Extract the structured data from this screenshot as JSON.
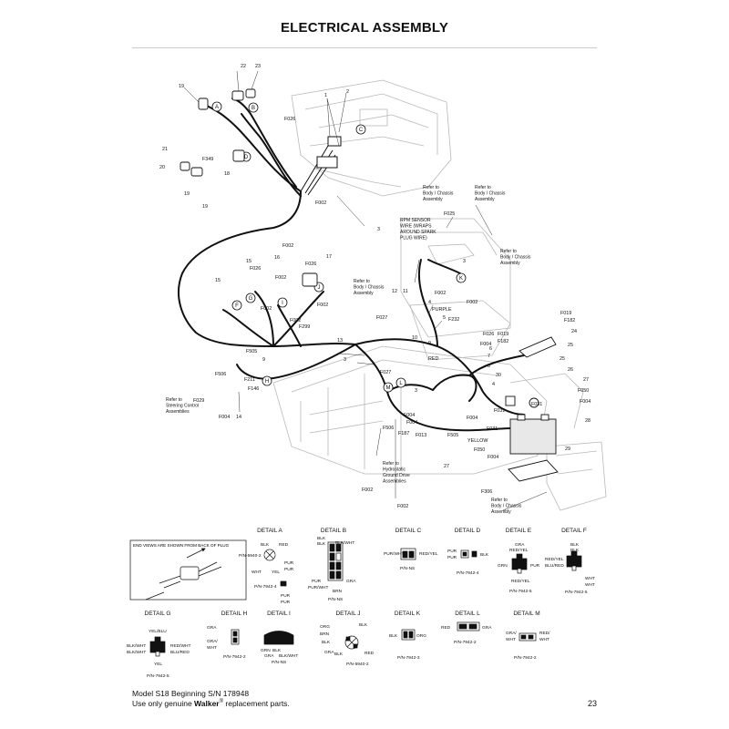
{
  "page": {
    "title": "ELECTRICAL ASSEMBLY",
    "footer_line1": "Model S18 Beginning S/N 178948",
    "footer_line2_pre": "Use only genuine ",
    "footer_brand": "Walker",
    "footer_reg": "®",
    "footer_line2_post": " replacement parts.",
    "page_number": "23"
  },
  "callouts": {
    "n1": "1",
    "n2": "2",
    "n3": "3",
    "n3b": "3",
    "n3c": "3",
    "n3d": "3",
    "n4": "4",
    "n4b": "4",
    "n5": "5",
    "n6": "6",
    "n7": "7",
    "n8": "8",
    "n9": "9",
    "n10": "10",
    "n11": "11",
    "n12": "12",
    "n13": "13",
    "n14": "14",
    "n15": "15",
    "n15b": "15",
    "n16": "16",
    "n17": "17",
    "n18": "18",
    "n19": "19",
    "n19b": "19",
    "n19c": "19",
    "n20": "20",
    "n21": "21",
    "n22": "22",
    "n23": "23",
    "n24": "24",
    "n25": "25",
    "n26": "26",
    "n27": "27",
    "n27b": "27",
    "n28": "28",
    "n29": "29",
    "n30": "30",
    "f002a": "F002",
    "f002b": "F002",
    "f002c": "F002",
    "f002d": "F002",
    "f002e": "F002",
    "f002f": "F002",
    "f002g": "F002",
    "f002h": "F002",
    "f002i": "F002",
    "f004a": "F004",
    "f004b": "F004",
    "f004c": "F004",
    "f004d": "F004",
    "f004e": "F004",
    "f004f": "F004",
    "f013": "F013",
    "f019a": "F019",
    "f019b": "F019",
    "f025": "F025",
    "f026a": "F026",
    "f026b": "F026",
    "f026c": "F026",
    "f026d": "F026",
    "f027a": "F027",
    "f027b": "F027",
    "f029": "F029",
    "f031a": "F031",
    "f031b": "F031",
    "f050a": "F050",
    "f050b": "F050",
    "f146": "F146",
    "f182a": "F182",
    "f182b": "F182",
    "f187": "F187",
    "f211": "F211",
    "f232": "F232",
    "f299": "F299",
    "f306": "F306",
    "f349": "F349",
    "f505a": "F505",
    "f505b": "F505",
    "f506a": "F506",
    "f506b": "F506",
    "purple": "PURPLE",
    "red": "RED",
    "yellow": "YELLOW",
    "ref_body1": "Refer to|Body / Chassis|Assembly",
    "ref_body2": "Refer to|Body / Chassis|Assembly",
    "ref_body3": "Refer to|Body / Chassis|Assembly",
    "ref_body4": "Refer to|Body / Chassis|Assembly",
    "ref_body5": "Refer to|Body / Chassis|Assembly",
    "ref_steer": "Refer to|Steering Control|Assemblies",
    "ref_hydro": "Refer to|Hydrostatic|Ground Drive|Assemblies",
    "rpm": "RPM SENSOR|WIRE (WRAPS|AROUND SPARK|PLUG WIRE)"
  },
  "details": {
    "end_views_note": "END VIEWS ARE SHOWN FROM BACK OF PLUG",
    "A": {
      "title": "DETAIL A",
      "labels": [
        "BLK",
        "RED",
        "P/N-5940-2",
        "PUR",
        "PUR",
        "WHT",
        "YEL",
        "P/N-7942-4",
        "PUR",
        "PUR"
      ]
    },
    "B": {
      "title": "DETAIL B",
      "labels": [
        "BLK",
        "BLK",
        "BLK/WHT",
        "PUR",
        "PUR/WHT",
        "GRA",
        "BRN",
        "P/N-NS"
      ]
    },
    "C": {
      "title": "DETAIL C",
      "labels": [
        "PUR/WHT",
        "RED/YEL",
        "P/N-NS"
      ]
    },
    "D": {
      "title": "DETAIL D",
      "labels": [
        "PUR",
        "PUR",
        "BLK",
        "P/N-7942-4"
      ]
    },
    "E": {
      "title": "DETAIL E",
      "labels": [
        "GRA",
        "RED/YEL",
        "GRN",
        "PUR",
        "RED/YEL",
        "P/N-7942-5"
      ]
    },
    "F": {
      "title": "DETAIL F",
      "labels": [
        "BLK",
        "BLK",
        "RED/YEL",
        "BLU/RED",
        "WHT",
        "WHT",
        "P/N-7942-5"
      ]
    },
    "G": {
      "title": "DETAIL G",
      "labels": [
        "YEL/BLU",
        "BLK/WHT",
        "BLK/WHT",
        "RED/WHT",
        "BLU/RED",
        "YEL",
        "P/N-7942-5"
      ]
    },
    "H": {
      "title": "DETAIL H",
      "labels": [
        "GRA",
        "GRA/",
        "WHT",
        "P/N-7942-2"
      ]
    },
    "I": {
      "title": "DETAIL I",
      "labels": [
        "GRN",
        "BLK",
        "GRA",
        "BLK/WHT",
        "P/N-NS"
      ]
    },
    "J": {
      "title": "DETAIL J",
      "labels": [
        "ORG",
        "BRN",
        "BLK",
        "BLK",
        "GRA",
        "BLK",
        "RED",
        "P/N-5940-2"
      ]
    },
    "K": {
      "title": "DETAIL K",
      "labels": [
        "BLK",
        "ORG",
        "P/N-7942-3"
      ]
    },
    "L": {
      "title": "DETAIL L",
      "labels": [
        "RED",
        "GRA",
        "P/N-7942-2"
      ]
    },
    "M": {
      "title": "DETAIL M",
      "labels": [
        "GRA/",
        "WHT",
        "RED/",
        "WHT",
        "P/N-7942-2"
      ]
    }
  }
}
